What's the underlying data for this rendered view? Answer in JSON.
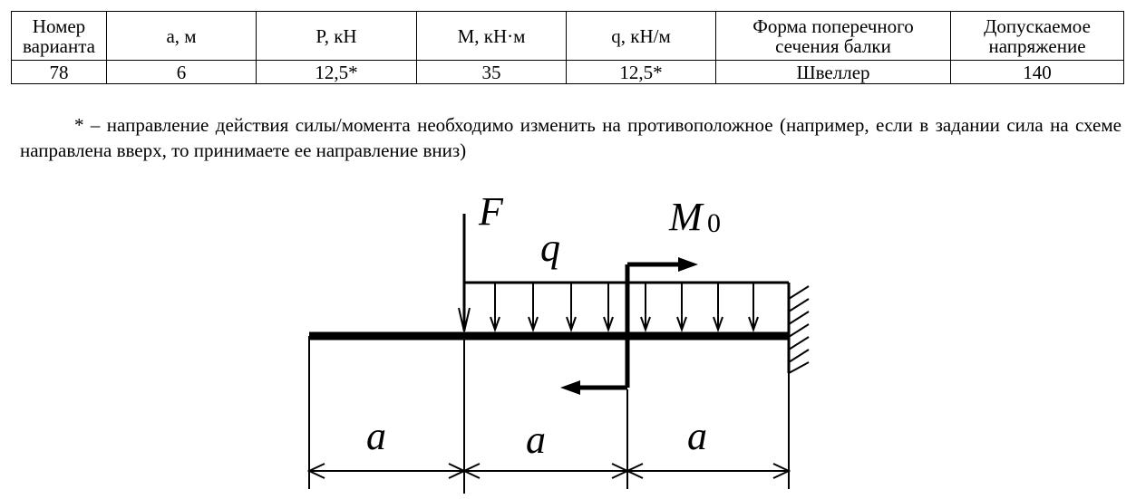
{
  "table": {
    "headers": [
      [
        "Номер",
        "варианта"
      ],
      [
        "a, м"
      ],
      [
        "P, кН"
      ],
      [
        "M, кН·м"
      ],
      [
        "q, кН/м"
      ],
      [
        "Форма поперечного",
        "сечения балки"
      ],
      [
        "Допускаемое",
        "напряжение"
      ]
    ],
    "row": [
      "78",
      "6",
      "12,5*",
      "35",
      "12,5*",
      "Швеллер",
      "140"
    ]
  },
  "note": "* – направление действия силы/момента необходимо изменить на противоположное (например, если в задании сила на схеме направлена вверх, то принимаете ее направление вниз)",
  "scheme": {
    "force_label": "F",
    "load_label": "q",
    "moment_label": "M",
    "moment_subscript": "0",
    "span_labels": [
      "a",
      "a",
      "a"
    ]
  }
}
